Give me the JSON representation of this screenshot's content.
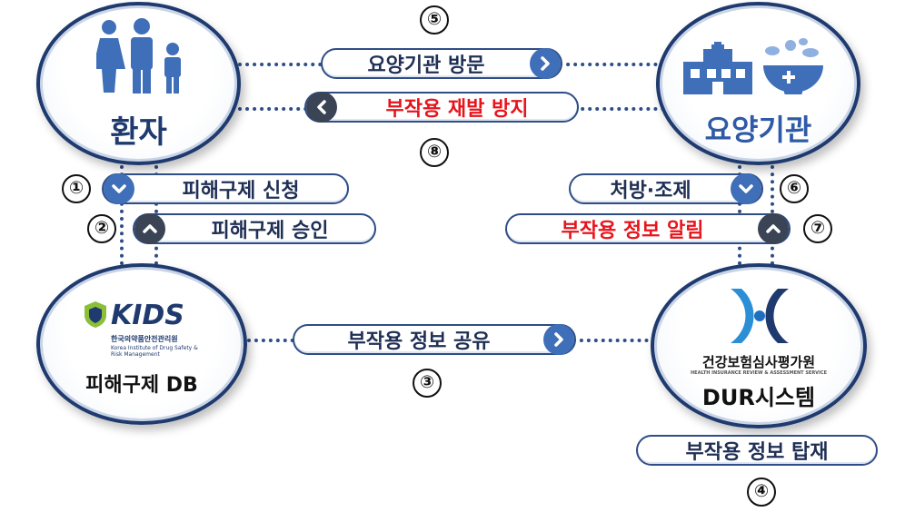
{
  "nodes": {
    "patient": {
      "label": "환자"
    },
    "clinic": {
      "label": "요양기관"
    },
    "kids": {
      "logo_text": "KIDS",
      "logo_subtitle_ko": "한국의약품안전관리원",
      "logo_subtitle_en": "Korea Institute of Drug Safety & Risk Management",
      "label": "피해구제 DB"
    },
    "dur": {
      "logo_text": "건강보험심사평가원",
      "logo_subtitle_en": "HEALTH INSURANCE REVIEW & ASSESSMENT SERVICE",
      "label": "DUR시스템"
    }
  },
  "steps": {
    "s1": {
      "num": "①",
      "label": "피해구제 신청"
    },
    "s2": {
      "num": "②",
      "label": "피해구제 승인"
    },
    "s3": {
      "num": "③",
      "label": "부작용 정보 공유"
    },
    "s4": {
      "num": "④",
      "label": "부작용 정보 탑재"
    },
    "s5": {
      "num": "⑤",
      "label": "요양기관 방문"
    },
    "s6": {
      "num": "⑥",
      "label": "처방·조제"
    },
    "s7": {
      "num": "⑦",
      "label": "부작용 정보 알림"
    },
    "s8": {
      "num": "⑧",
      "label": "부작용 재발 방지"
    }
  },
  "colors": {
    "navy": "#1f3a6e",
    "blue": "#3f6fb8",
    "dark": "#3a4455",
    "red": "#e8141c"
  }
}
